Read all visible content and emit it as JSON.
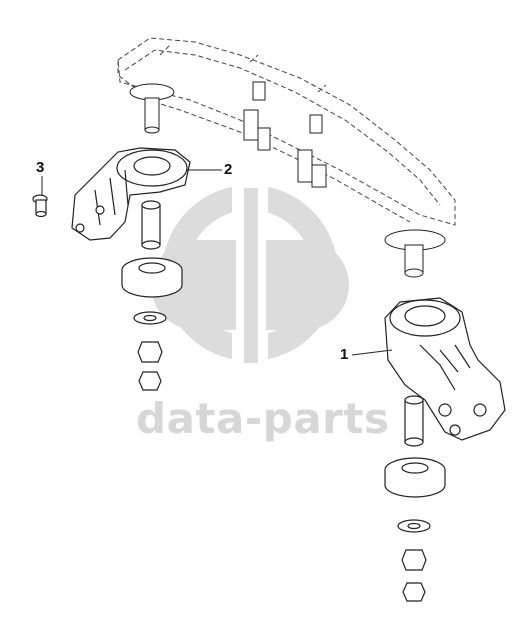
{
  "diagram": {
    "callouts": [
      {
        "id": "part-1",
        "label": "1"
      },
      {
        "id": "part-2",
        "label": "2"
      },
      {
        "id": "part-3",
        "label": "3"
      }
    ]
  },
  "watermark": {
    "text": "data-parts",
    "color": "#d7d7d7"
  },
  "colors": {
    "line": "#222222",
    "dashed": "#555555",
    "background": "#ffffff"
  }
}
